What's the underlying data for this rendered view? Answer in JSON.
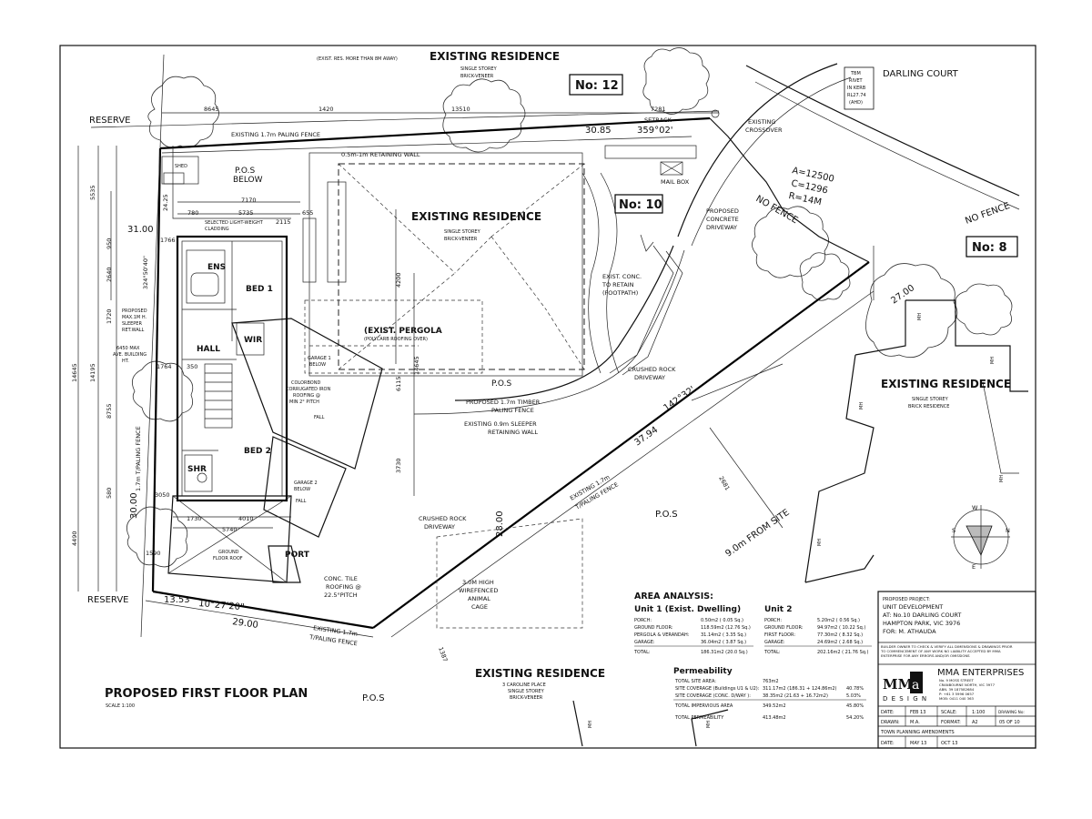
{
  "labels": {
    "exist_res_top_note": "(EXIST. RES. MORE THAN 8M AWAY)",
    "exist_res_top": "EXISTING RESIDENCE",
    "exist_res_top_sub1": "SINGLE STOREY",
    "exist_res_top_sub2": "BRICK-VENEER",
    "no12": "No: 12",
    "no10": "No: 10",
    "no8": "No: 8",
    "darling_court": "DARLING COURT",
    "tbm": [
      "TBM",
      "RIVET",
      "IN KERB",
      "RL27.74",
      "(AHD)"
    ],
    "reserve_top": "RESERVE",
    "reserve_bottom": "RESERVE",
    "paling_fence_top": "EXISTING 1.7m PALING FENCE",
    "retaining_top": "0.5m-1m RETAINING WALL",
    "setback": "SETBACK",
    "bearing_359": "359°02'",
    "dist_30_85": "30.85",
    "existing_crossover": [
      "EXISTING",
      "CROSSOVER"
    ],
    "arc_a": "A=12500",
    "arc_c": "C=1296",
    "arc_r": "R=14M",
    "no_fence_1": "NO FENCE",
    "no_fence_2": "NO FENCE",
    "mail_box": "MAIL BOX",
    "proposed_driveway": [
      "PROPOSED",
      "CONCRETE",
      "DRIVEWAY"
    ],
    "exist_res_mid": "EXISTING RESIDENCE",
    "exist_res_mid_sub1": "SINGLE STOREY",
    "exist_res_mid_sub2": "BRICK-VENEER",
    "exist_conc": [
      "EXIST. CONC.",
      "TO RETAIN",
      "(FOOTPATH)"
    ],
    "crushed_rock_1": [
      "CRUSHED ROCK",
      "DRIVEWAY"
    ],
    "crushed_rock_2": [
      "CRUSHED ROCK",
      "DRIVEWAY"
    ],
    "pergola": "(EXIST. PERGOLA",
    "pergola_sub": "(POLYCARB ROOFING OVER)",
    "pos_mid": "P.O.S",
    "pos_below": [
      "P.O.S",
      "BELOW"
    ],
    "timber_fence": [
      "PROPOSED 1.7m TIMBER",
      "PALING FENCE"
    ],
    "sleeper_wall": [
      "EXISTING 0.9m SLEEPER",
      "RETAINING WALL"
    ],
    "ens": "ENS",
    "bed1": "BED 1",
    "wir": "WIR",
    "hall": "HALL",
    "bed2": "BED 2",
    "shr": "SHR",
    "shed": "SHED",
    "port": "PORT",
    "garage1": [
      "GARAGE 1",
      "BELOW"
    ],
    "colorbond": [
      "COLORBOND",
      "CORRUGATED IRON",
      "ROOFING @",
      "MIN 2° PITCH"
    ],
    "fall": "FALL",
    "garage2": [
      "GARAGE 2",
      "BELOW"
    ],
    "ground_floor_roof": [
      "GROUND",
      "FLOOR ROOF"
    ],
    "conc_tile": [
      "CONC. TILE",
      "ROOFING @",
      "22.5°PITCH"
    ],
    "cladding": [
      "SELECTED LIGHT-WEIGHT",
      "CLADDING"
    ],
    "sleeper_left": [
      "PROPOSED",
      "MAX.1M H.",
      "SLEEPER",
      "RET.WALL"
    ],
    "max_height": [
      "6450 MAX",
      "AVE. BUILDING",
      "HT."
    ],
    "paling_left": "1.7m T/PALING FENCE",
    "exist_res_right": "EXISTING RESIDENCE",
    "exist_res_right_sub": [
      "SINGLE STOREY",
      "BRICK RESIDENCE"
    ],
    "dist_37_94": "37.94",
    "bearing_142": "142°32'",
    "dist_27_00": "27.00",
    "dist_28_00": "28.00",
    "dist_29_00": "29.00",
    "dist_30_00": "30.00",
    "dist_31_00": "31.00",
    "dist_13_53": "13.53",
    "bearing_10": "10°27'20\"",
    "bearing_324": "324°50'40\"",
    "paling_mid": [
      "EXISTING 1.7m",
      "T/PALING FENCE"
    ],
    "paling_bottom": [
      "EXISTING 1.7m",
      "T/PALING FENCE"
    ],
    "pos_right": "P.O.S",
    "nine_m": "9.0m FROM SITE",
    "animal_cage": [
      "3.0M HIGH",
      "WIREFENCED",
      "ANIMAL",
      "CAGE"
    ],
    "exist_res_bottom": "EXISTING RESIDENCE",
    "exist_res_bottom_sub": [
      "3 CAROLINE PLACE",
      "SINGLE STOREY",
      "BRICK-VENEER"
    ],
    "pos_bottom": "P.O.S",
    "plan_title": "PROPOSED FIRST FLOOR PLAN",
    "scale_note": "SCALE 1:100",
    "setback_8645": "8645",
    "dim_1420": "1420",
    "dim_13510": "13510",
    "dim_7281": "7281",
    "dim_7170": "7170",
    "dim_5735": "5735",
    "dim_780": "780",
    "dim_2115": "2115",
    "dim_655": "655",
    "dim_1766": "1766",
    "dim_1764": "1764",
    "dim_350": "350",
    "dim_3050": "3050",
    "dim_1730": "1730",
    "dim_4010": "4010",
    "dim_5740": "5740",
    "dim_1590": "1590",
    "dim_5535": "5535",
    "dim_950": "950",
    "dim_2640": "2640",
    "dim_1720": "1720",
    "dim_14645": "14645",
    "dim_14195": "14195",
    "dim_8755": "8755",
    "dim_580": "580",
    "dim_4490": "4490",
    "dim_4200": "4200",
    "dim_6115": "6115",
    "dim_3730": "3730",
    "dim_14645b": "14645",
    "dim_2681": "2681",
    "dim_1387": "1387",
    "dim_24_25": "24.25",
    "mh": "MH"
  },
  "area_analysis": {
    "title": "AREA ANALYSIS:",
    "unit1_title": "Unit 1 (Exist. Dwelling)",
    "unit2_title": "Unit 2",
    "unit1_rows": [
      {
        "label": "PORCH:",
        "value": "0.50m2 ( 0.05 Sq.)"
      },
      {
        "label": "GROUND FLOOR:",
        "value": "118.59m2 (12.76 Sq.)"
      },
      {
        "label": "PERGOLA & VERANDAH:",
        "value": "31.14m2 ( 3.35 Sq.)"
      },
      {
        "label": "GARAGE:",
        "value": "36.04m2 ( 3.87 Sq.)"
      }
    ],
    "unit1_total": {
      "label": "TOTAL:",
      "value": "186.31m2 (20.0 Sq.)"
    },
    "unit2_rows": [
      {
        "label": "PORCH:",
        "value": "5.20m2 ( 0.56 Sq.)"
      },
      {
        "label": "GROUND FLOOR:",
        "value": "94.97m2 ( 10.22 Sq.)"
      },
      {
        "label": "FIRST FLOOR:",
        "value": "77.30m2 ( 8.32 Sq.)"
      },
      {
        "label": "GARAGE:",
        "value": "24.69m2 ( 2.68 Sq.)"
      }
    ],
    "unit2_total": {
      "label": "TOTAL:",
      "value": "202.16m2 ( 21.76 Sq.)"
    }
  },
  "permeability": {
    "title": "Permeability",
    "rows": [
      {
        "label": "TOTAL SITE AREA:",
        "value": "763m2",
        "pct": ""
      },
      {
        "label": "SITE COVERAGE (Buildings U1 & U2):",
        "value": "311.17m2 (186.31 + 124.86m2)",
        "pct": "40.78%"
      },
      {
        "label": "SITE COVERAGE (CONC. D/WAY ):",
        "value": "38.35m2 (21.63 + 16.72m2)",
        "pct": "5.03%"
      },
      {
        "label": "TOTAL IMPERVIOUS AREA",
        "value": "349.52m2",
        "pct": "45.80%"
      },
      {
        "label": "TOTAL PERMEABILITY",
        "value": "413.48m2",
        "pct": "54.20%"
      }
    ]
  },
  "title_block": {
    "project": [
      "PROPOSED PROJECT:",
      "UNIT DEVELOPMENT",
      "AT: No.10 DARLING COURT",
      "HAMPTON PARK, VIC 3976",
      "FOR: M. ATHAUDA"
    ],
    "disclaimer": [
      "BUILDER OWNER TO CHECK & VERIFY ALL DIMENSIONS & DRAWINGS PRIOR",
      "TO COMMENCEMENT OF ANY WORK NO LIABILITY ACCEPTED BY MMA",
      "ENTERPRISE FOR ANY ERRORS AND/OR OMISSIONS"
    ],
    "logo_mm": "MM",
    "logo_a": "a",
    "logo_design": "D E S I G N",
    "company": "MMA ENTERPRISES",
    "address": [
      "No. 9 MOSS STREET",
      "CRANBOURNE NORTH, VIC 3977",
      "ABN. 39 187582684",
      "P: +61 3 5996 0657",
      "MOB: 0411 040 363"
    ],
    "date_label": "DATE:",
    "date_value": "FEB 13",
    "scale_label": "SCALE:",
    "scale_value": "1:100",
    "drawing_no_label": "DRAWING No:",
    "drawing_no_value": "05 OF 10",
    "drawn_label": "DRAWN:",
    "drawn_value": "M.A.",
    "format_label": "FORMAT:",
    "format_value": "A2",
    "amend_label": "TOWN PLANNING AMENDMENTS",
    "date2_label": "DATE:",
    "date2_value1": "MAY 13",
    "date2_value2": "OCT 13"
  },
  "north": {
    "n": "N",
    "w": "W",
    "e": "E",
    "s": "S"
  }
}
